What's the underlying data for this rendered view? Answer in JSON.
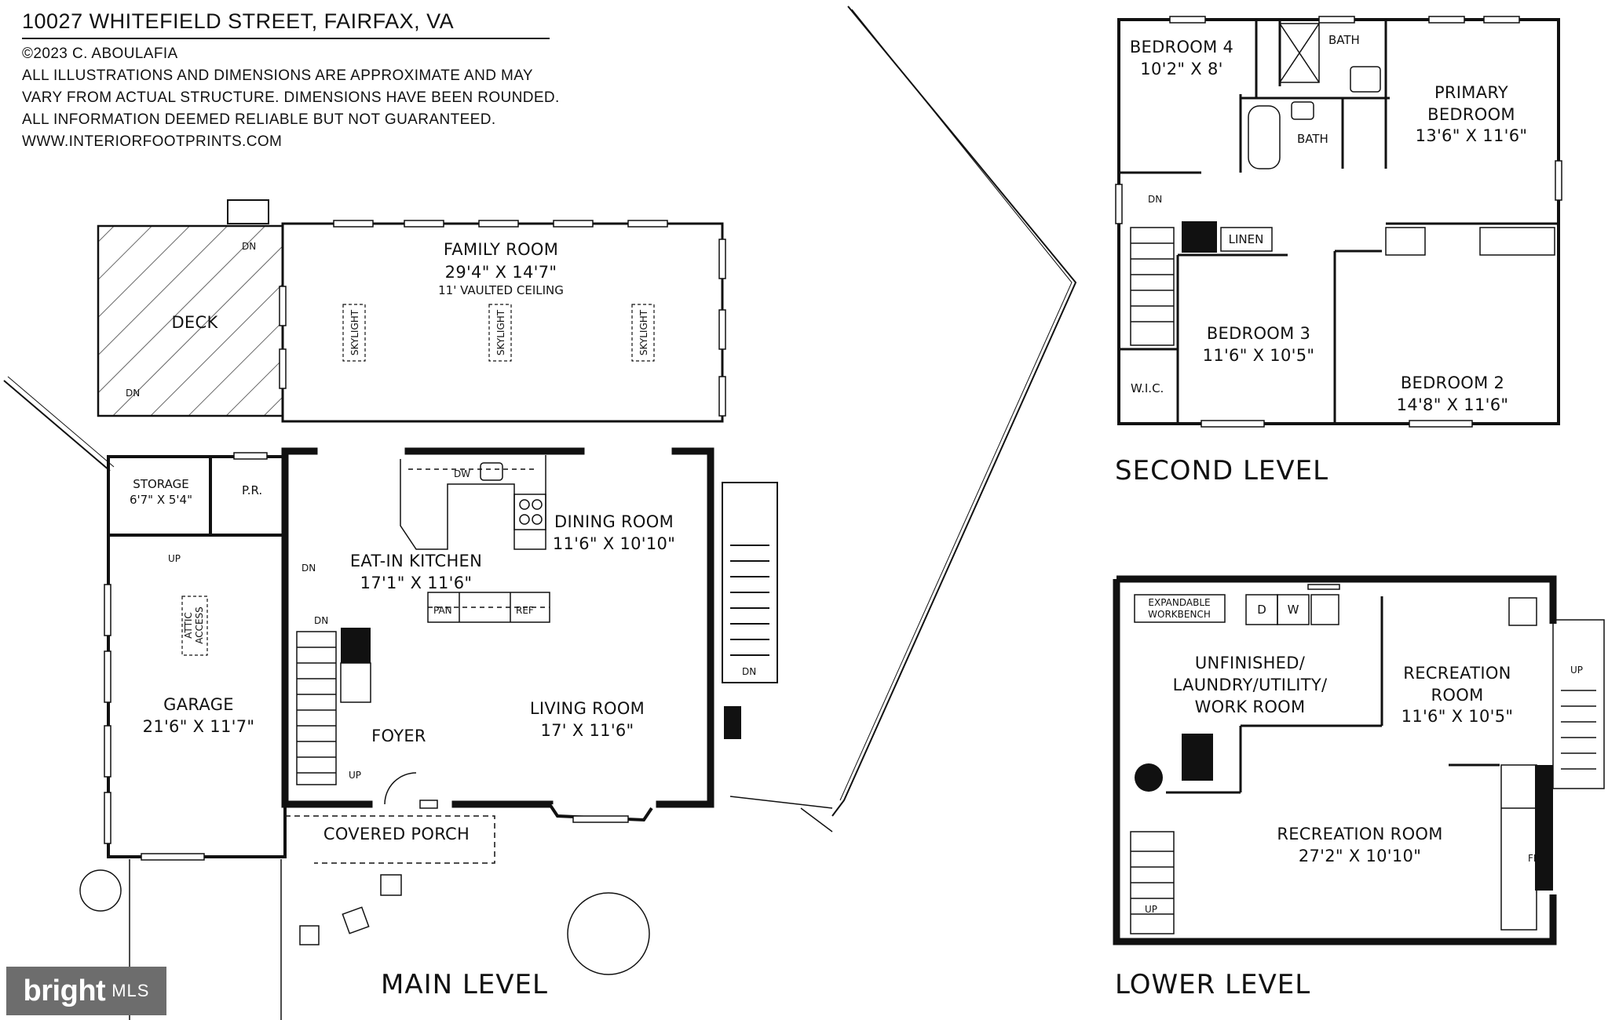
{
  "header": {
    "address": "10027 WHITEFIELD STREET, FAIRFAX, VA",
    "lines": [
      "©2023 C. ABOULAFIA",
      "ALL ILLUSTRATIONS AND DIMENSIONS ARE APPROXIMATE AND MAY",
      "VARY FROM ACTUAL STRUCTURE. DIMENSIONS HAVE BEEN ROUNDED.",
      "ALL INFORMATION DEEMED RELIABLE BUT NOT GUARANTEED.",
      "WWW.INTERIORFOOTPRINTS.COM"
    ]
  },
  "levels": {
    "main": "MAIN LEVEL",
    "second": "SECOND LEVEL",
    "lower": "LOWER LEVEL"
  },
  "main_level": {
    "family_room": {
      "name": "FAMILY ROOM",
      "dim": "29'4\" X 14'7\"",
      "note": "11' VAULTED CEILING"
    },
    "skylight": "SKYLIGHT",
    "deck": "DECK",
    "dn": "DN",
    "up": "UP",
    "storage": {
      "name": "STORAGE",
      "dim": "6'7\" X 5'4\""
    },
    "powder_room": "P.R.",
    "dw": "DW",
    "dining_room": {
      "name": "DINING ROOM",
      "dim": "11'6\" X 10'10\""
    },
    "kitchen": {
      "name": "EAT-IN KITCHEN",
      "dim": "17'1\" X 11'6\""
    },
    "pan": "PAN",
    "ref": "REF",
    "attic": [
      "ATTIC",
      "ACCESS"
    ],
    "garage": {
      "name": "GARAGE",
      "dim": "21'6\" X 11'7\""
    },
    "foyer": "FOYER",
    "living_room": {
      "name": "LIVING ROOM",
      "dim": "17' X 11'6\""
    },
    "covered_porch": "COVERED PORCH"
  },
  "second_level": {
    "bedroom4": {
      "name": "BEDROOM 4",
      "dim": "10'2\" X 8'"
    },
    "bath": "BATH",
    "primary": {
      "name1": "PRIMARY",
      "name2": "BEDROOM",
      "dim": "13'6\" X 11'6\""
    },
    "dn": "DN",
    "linen": "LINEN",
    "bedroom3": {
      "name": "BEDROOM 3",
      "dim": "11'6\" X 10'5\""
    },
    "bedroom2": {
      "name": "BEDROOM 2",
      "dim": "14'8\" X 11'6\""
    },
    "wic": "W.I.C."
  },
  "lower_level": {
    "workbench": [
      "EXPANDABLE",
      "WORKBENCH"
    ],
    "d": "D",
    "w": "W",
    "unfinished": [
      "UNFINISHED/",
      "LAUNDRY/UTILITY/",
      "WORK ROOM"
    ],
    "rec_small": {
      "name1": "RECREATION",
      "name2": "ROOM",
      "dim": "11'6\" X 10'5\""
    },
    "up": "UP",
    "rec_large": {
      "name": "RECREATION ROOM",
      "dim": "27'2\" X 10'10\""
    },
    "fp": "FP"
  },
  "badge": {
    "brand": "bright",
    "mls": "MLS"
  }
}
